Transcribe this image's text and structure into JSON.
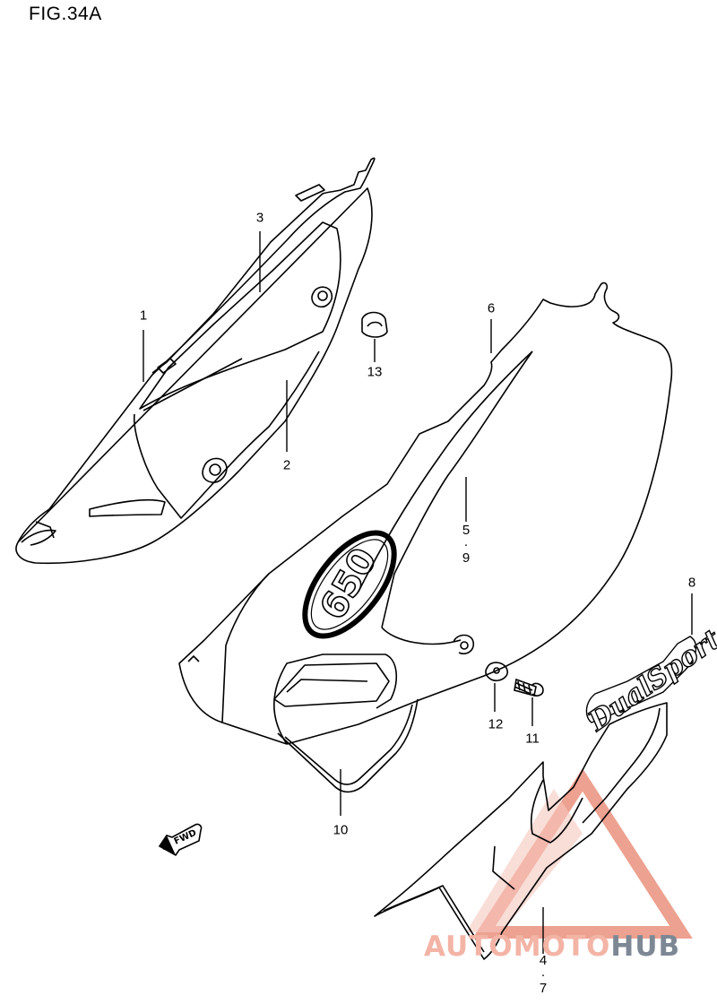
{
  "figure": {
    "title": "FIG.34A"
  },
  "callouts": {
    "c1": "1",
    "c2": "2",
    "c3": "3",
    "c6": "6",
    "c8": "8",
    "c10": "10",
    "c11": "11",
    "c12": "12",
    "c13": "13",
    "c5_top": "5",
    "c5_bottom": "9",
    "c4_top": "4",
    "c4_bottom": "7",
    "dot": "·"
  },
  "fwd_label": "FWD",
  "decals": {
    "number_decal": "650",
    "emblem": "DualSport"
  },
  "watermark": {
    "part_a": "AUTOMOTO",
    "part_b": "HUB"
  },
  "colors": {
    "line": "#000000",
    "watermark_red": "#e8826c",
    "watermark_gray": "#7d8894"
  }
}
